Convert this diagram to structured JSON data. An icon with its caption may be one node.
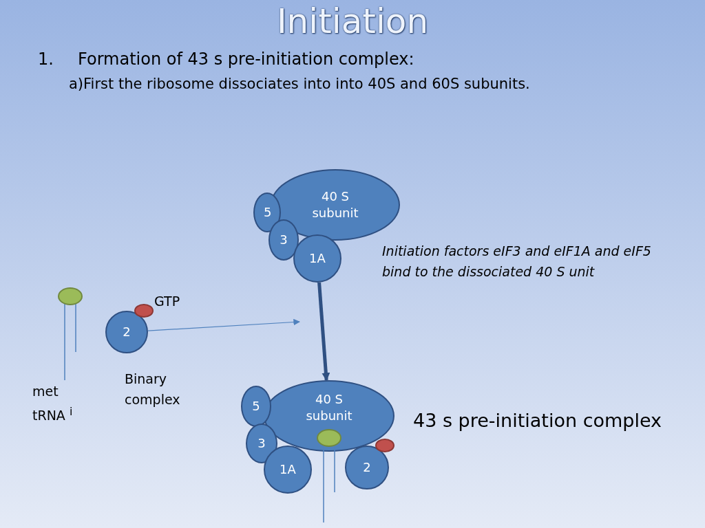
{
  "diagram": {
    "title": "Initiation",
    "nodes": [
      {
        "text": [
          "40 S subunit"
        ]
      },
      {
        "text": [
          "5"
        ]
      },
      {
        "text": [
          "3"
        ]
      },
      {
        "text": [
          "1A"
        ]
      },
      {
        "text": [
          "2"
        ],
        "beside": [
          "Binary complex"
        ]
      },
      {
        "text": [
          "40 S subunit"
        ]
      },
      {
        "text": [
          "5"
        ]
      },
      {
        "text": [
          "3"
        ]
      },
      {
        "text": [
          "1A"
        ]
      },
      {
        "text": [
          "2"
        ]
      }
    ],
    "edges": [
      {
        "from": 4,
        "to": null,
        "arrow": "to"
      },
      {
        "from": 3,
        "to": 5,
        "arrow": "to",
        "style": "thick",
        "color": "#2f5082"
      }
    ],
    "labels": [
      "1.",
      "Formation of 43 s pre-initiation complex:",
      "a)First the ribosome dissociates into into 40S and 60S subunits.",
      "Initiation factors eIF3 and eIF1A  and eIF5 bind to the dissociated  40 S unit",
      "GTP",
      "met tRNA $^{i}$",
      "43 s pre-initiation complex"
    ]
  }
}
